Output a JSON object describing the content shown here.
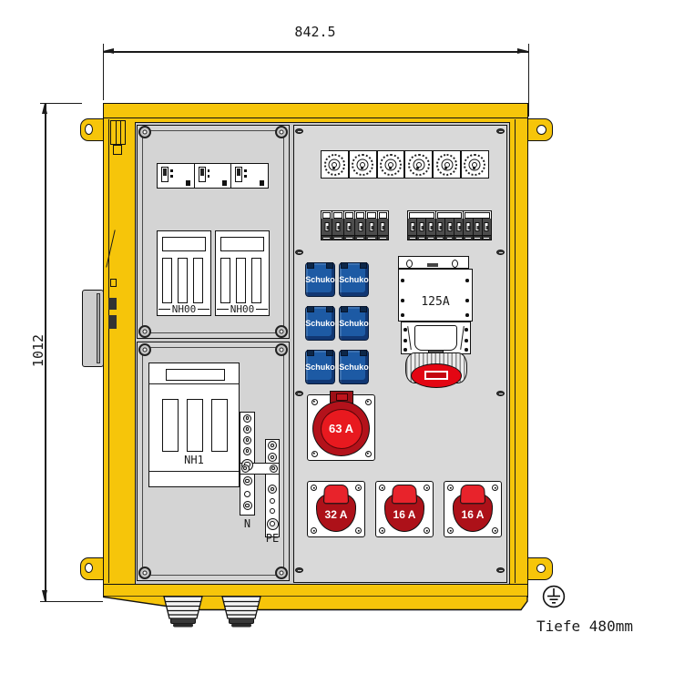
{
  "drawing": {
    "width_dim": "842.5",
    "height_dim": "1012",
    "depth_note": "Tiefe 480mm"
  },
  "left_section": {
    "aux_device_count": 3,
    "nh00_left": "NH00",
    "nh00_right": "NH00",
    "nh1": "NH1",
    "neutral": "N",
    "earth": "PE"
  },
  "right_section": {
    "rotary_switch_count": 6,
    "mcb_single_modules": 6,
    "mcb_triple_groups": 3,
    "schuko": [
      "Schuko",
      "Schuko",
      "Schuko",
      "Schuko",
      "Schuko",
      "Schuko"
    ],
    "cee125_label": "125A",
    "cee63_label": "63 A",
    "socket32_label": "32 A",
    "socket16a_label": "16 A",
    "socket16b_label": "16 A"
  },
  "colors": {
    "enclosure_yellow": "#F6C50A",
    "panel_gray": "#D4D4D4",
    "schuko_blue": "#1D5AA4",
    "cee_red": "#E30613",
    "cee_dark_red": "#B3121B"
  }
}
